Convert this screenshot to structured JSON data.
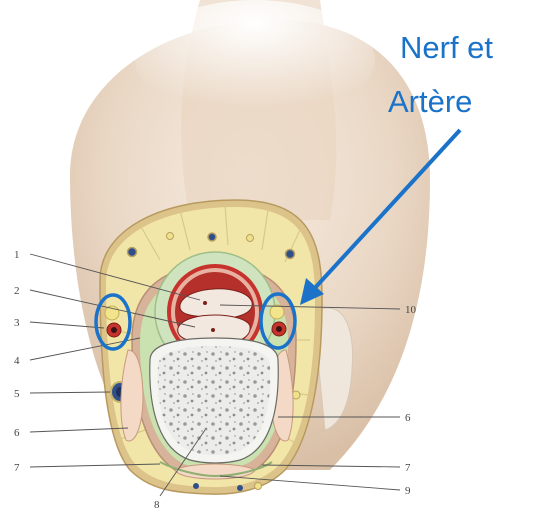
{
  "annotation": {
    "line1": "Nerf et",
    "line2": "Artère",
    "color": "#1a73c9"
  },
  "labels": [
    {
      "id": "l1",
      "text": "1"
    },
    {
      "id": "l2",
      "text": "2"
    },
    {
      "id": "l3",
      "text": "3"
    },
    {
      "id": "l4",
      "text": "4"
    },
    {
      "id": "l5",
      "text": "5"
    },
    {
      "id": "l6a",
      "text": "6"
    },
    {
      "id": "l7a",
      "text": "7"
    },
    {
      "id": "l8",
      "text": "8"
    },
    {
      "id": "l9",
      "text": "9"
    },
    {
      "id": "l10",
      "text": "10"
    },
    {
      "id": "l6b",
      "text": "6"
    },
    {
      "id": "l7b",
      "text": "7"
    }
  ],
  "colors": {
    "skin": "#e9d7c4",
    "fat": "#efe3a4",
    "fascia": "#bfd9a8",
    "erectile_tissue": "#f1f0ec",
    "urethra_wall": "#c7322c",
    "vein": "#2f4f8a",
    "nerve": "#f2e48c"
  }
}
